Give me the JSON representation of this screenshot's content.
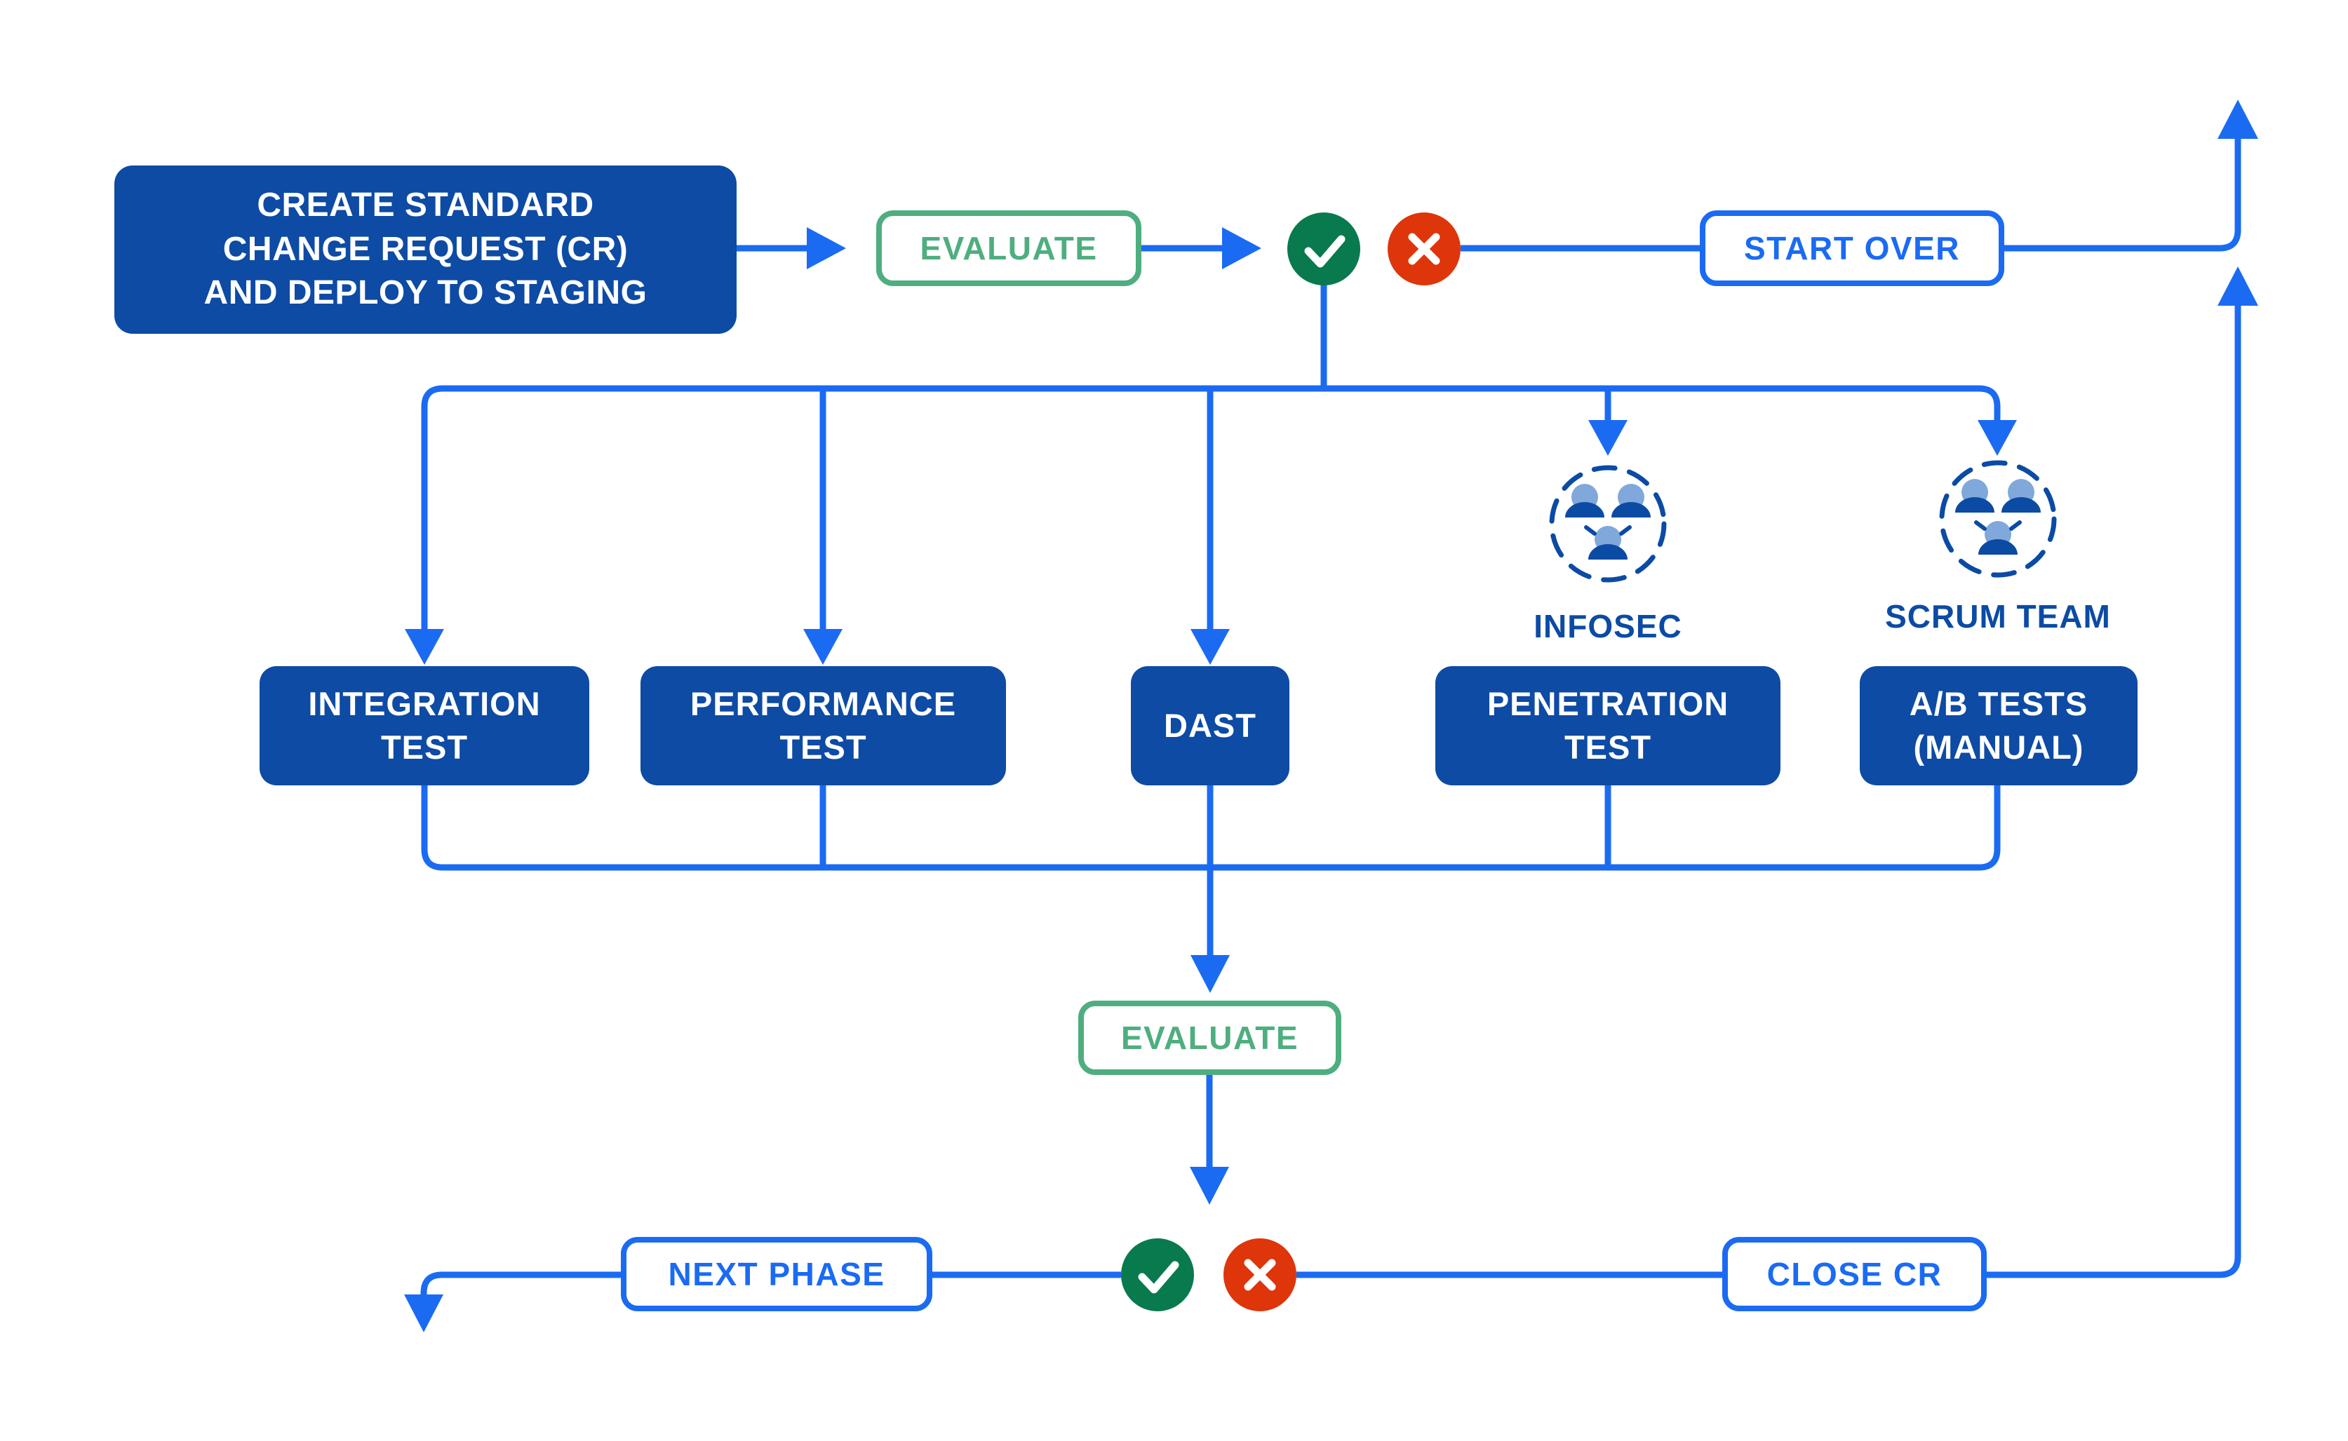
{
  "diagram": {
    "title_hint": "standard change request testing flow",
    "nodes": {
      "create_cr": "CREATE STANDARD\nCHANGE REQUEST (CR)\nAND DEPLOY TO STAGING",
      "evaluate_top": "EVALUATE",
      "start_over": "START OVER",
      "evaluate_bottom": "EVALUATE",
      "next_phase": "NEXT PHASE",
      "close_cr": "CLOSE CR"
    },
    "tests": [
      {
        "label": "INTEGRATION\nTEST"
      },
      {
        "label": "PERFORMANCE\nTEST"
      },
      {
        "label": "DAST"
      },
      {
        "label": "PENETRATION\nTEST"
      },
      {
        "label": "A/B TESTS\n(MANUAL)"
      }
    ],
    "teams": [
      {
        "label": "INFOSEC",
        "icon": "team-people-icon"
      },
      {
        "label": "SCRUM TEAM",
        "icon": "team-people-icon"
      }
    ],
    "icons": {
      "pass": "check-icon",
      "fail": "x-icon"
    },
    "colors": {
      "line_blue": "#1B6BF2",
      "box_blue": "#0D4BA4",
      "label_blue": "#0B4BA4",
      "green_circle": "#087A4D",
      "green_outline": "#4FAE7F",
      "red_circle": "#DE350B",
      "person_head": "#80A8DB",
      "background": "#FFFFFF"
    }
  }
}
